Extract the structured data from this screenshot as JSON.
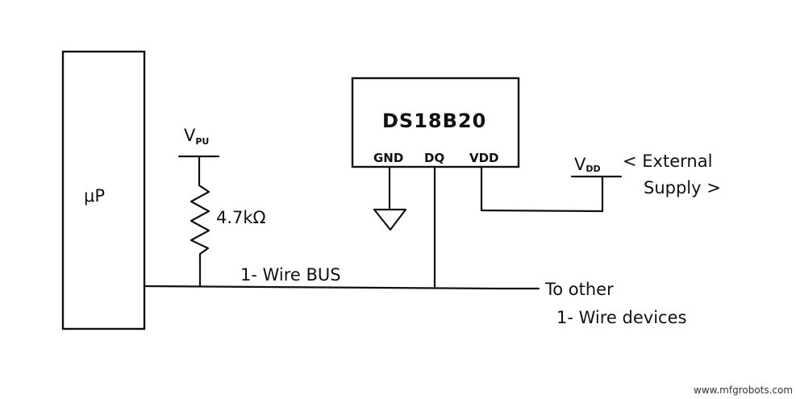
{
  "diagram": {
    "mcu_label": "μP",
    "pullup_voltage": {
      "main": "V",
      "sub": "PU"
    },
    "resistor_value": "4.7kΩ",
    "bus_label": "1- Wire BUS",
    "sensor": {
      "name": "DS18B20",
      "pins": {
        "gnd": "GND",
        "dq": "DQ",
        "vdd": "VDD"
      }
    },
    "supply": {
      "main": "V",
      "sub": "DD",
      "note_line1": "< External",
      "note_line2": "Supply >"
    },
    "other_devices": {
      "line1": "To other",
      "line2": "1- Wire devices"
    }
  },
  "watermark": "www.mfgrobots.com"
}
